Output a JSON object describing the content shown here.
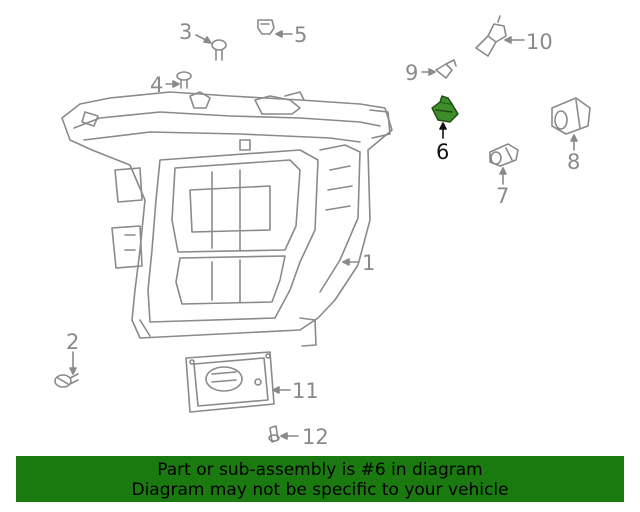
{
  "colors": {
    "highlight": "#3e8d2a",
    "banner_bg": "#1a7a10",
    "line": "#8a8a8a",
    "label": "#8a8a8a",
    "label_highlight": "#111111"
  },
  "callouts": {
    "c1": "1",
    "c2": "2",
    "c3": "3",
    "c4": "4",
    "c5": "5",
    "c6": "6",
    "c7": "7",
    "c8": "8",
    "c9": "9",
    "c10": "10",
    "c11": "11",
    "c12": "12"
  },
  "highlighted_part": "6",
  "banner": {
    "line1": "Part or sub-assembly is #6 in diagram",
    "line2": "Diagram may not be specific to your vehicle"
  }
}
